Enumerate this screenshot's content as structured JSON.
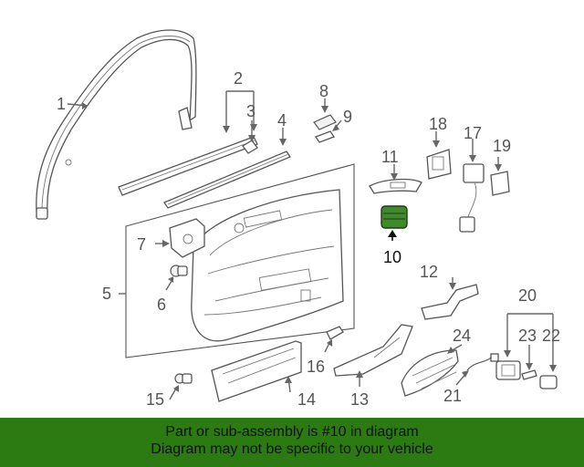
{
  "diagram": {
    "callouts": [
      "1",
      "2",
      "3",
      "4",
      "5",
      "6",
      "7",
      "8",
      "9",
      "10",
      "11",
      "12",
      "13",
      "14",
      "15",
      "16",
      "17",
      "18",
      "19",
      "20",
      "21",
      "22",
      "23",
      "24"
    ],
    "highlight_color": "#3e8a2c",
    "highlighted_part": "10"
  },
  "banner": {
    "line1": "Part or sub-assembly is #10 in diagram",
    "line2": "Diagram may not be specific to your vehicle",
    "background": "#2b7a12"
  }
}
